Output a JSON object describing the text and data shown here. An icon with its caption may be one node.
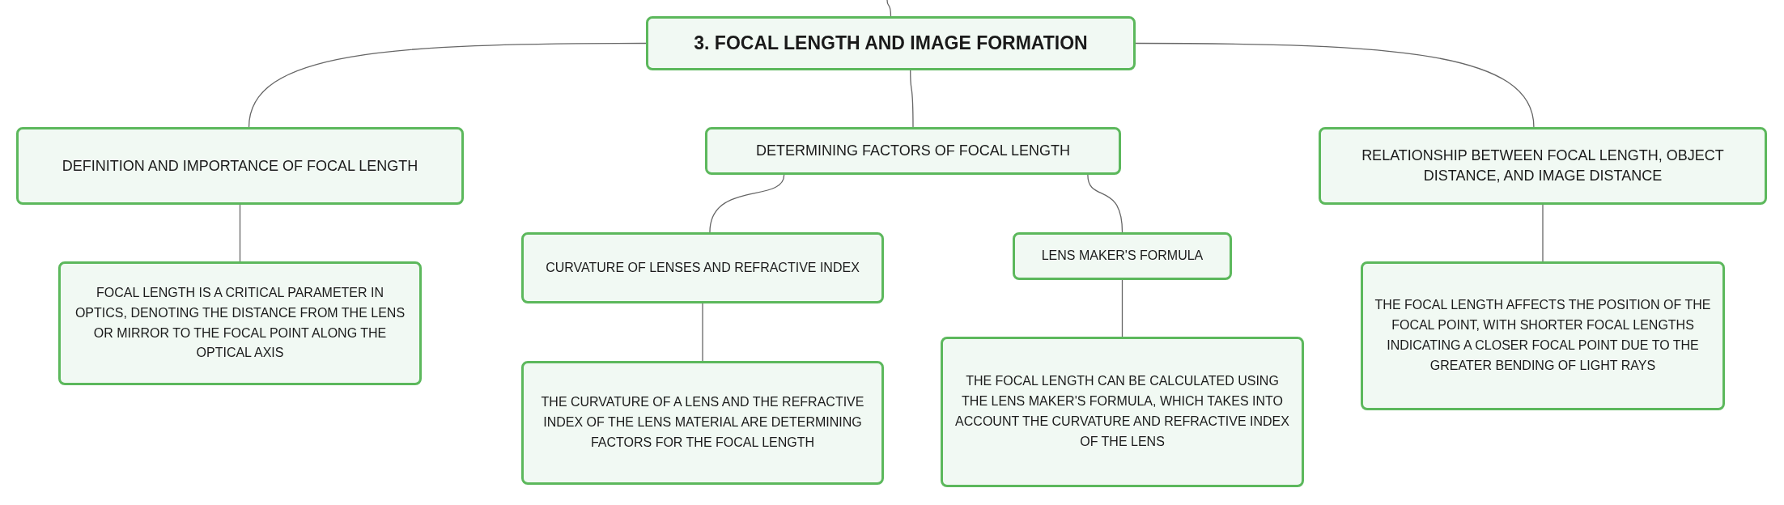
{
  "diagram": {
    "nodes": [
      {
        "text": [
          "3. FOCAL LENGTH AND IMAGE FORMATION"
        ]
      },
      {
        "text": [
          "DEFINITION AND IMPORTANCE OF FOCAL LENGTH"
        ]
      },
      {
        "text": [
          "DETERMINING FACTORS OF FOCAL LENGTH"
        ]
      },
      {
        "text": [
          "RELATIONSHIP BETWEEN FOCAL LENGTH, OBJECT DISTANCE, AND IMAGE DISTANCE"
        ]
      },
      {
        "text": [
          "FOCAL LENGTH IS A CRITICAL PARAMETER IN OPTICS, DENOTING THE DISTANCE FROM THE LENS OR MIRROR TO THE FOCAL POINT ALONG THE OPTICAL AXIS"
        ]
      },
      {
        "text": [
          "CURVATURE OF LENSES AND REFRACTIVE INDEX"
        ]
      },
      {
        "text": [
          "LENS MAKER'S FORMULA"
        ]
      },
      {
        "text": [
          "THE CURVATURE OF A LENS AND THE REFRACTIVE INDEX OF THE LENS MATERIAL ARE DETERMINING FACTORS FOR THE FOCAL LENGTH"
        ]
      },
      {
        "text": [
          "THE FOCAL LENGTH CAN BE CALCULATED USING THE LENS MAKER'S FORMULA, WHICH TAKES INTO ACCOUNT THE CURVATURE AND REFRACTIVE INDEX OF THE LENS"
        ]
      },
      {
        "text": [
          "THE FOCAL LENGTH AFFECTS THE POSITION OF THE FOCAL POINT, WITH SHORTER FOCAL LENGTHS INDICATING A CLOSER FOCAL POINT DUE TO THE GREATER BENDING OF LIGHT RAYS"
        ]
      }
    ],
    "edges": [
      {
        "from": null,
        "to": 0,
        "arrow": "none"
      },
      {
        "from": 0,
        "to": 1,
        "arrow": "none"
      },
      {
        "from": 0,
        "to": 2,
        "arrow": "none"
      },
      {
        "from": 0,
        "to": 3,
        "arrow": "none"
      },
      {
        "from": 1,
        "to": 4,
        "arrow": "none"
      },
      {
        "from": 2,
        "to": 5,
        "arrow": "none"
      },
      {
        "from": 2,
        "to": 6,
        "arrow": "none"
      },
      {
        "from": 5,
        "to": 7,
        "arrow": "none"
      },
      {
        "from": 6,
        "to": 8,
        "arrow": "none"
      },
      {
        "from": 3,
        "to": 9,
        "arrow": "none"
      }
    ]
  }
}
